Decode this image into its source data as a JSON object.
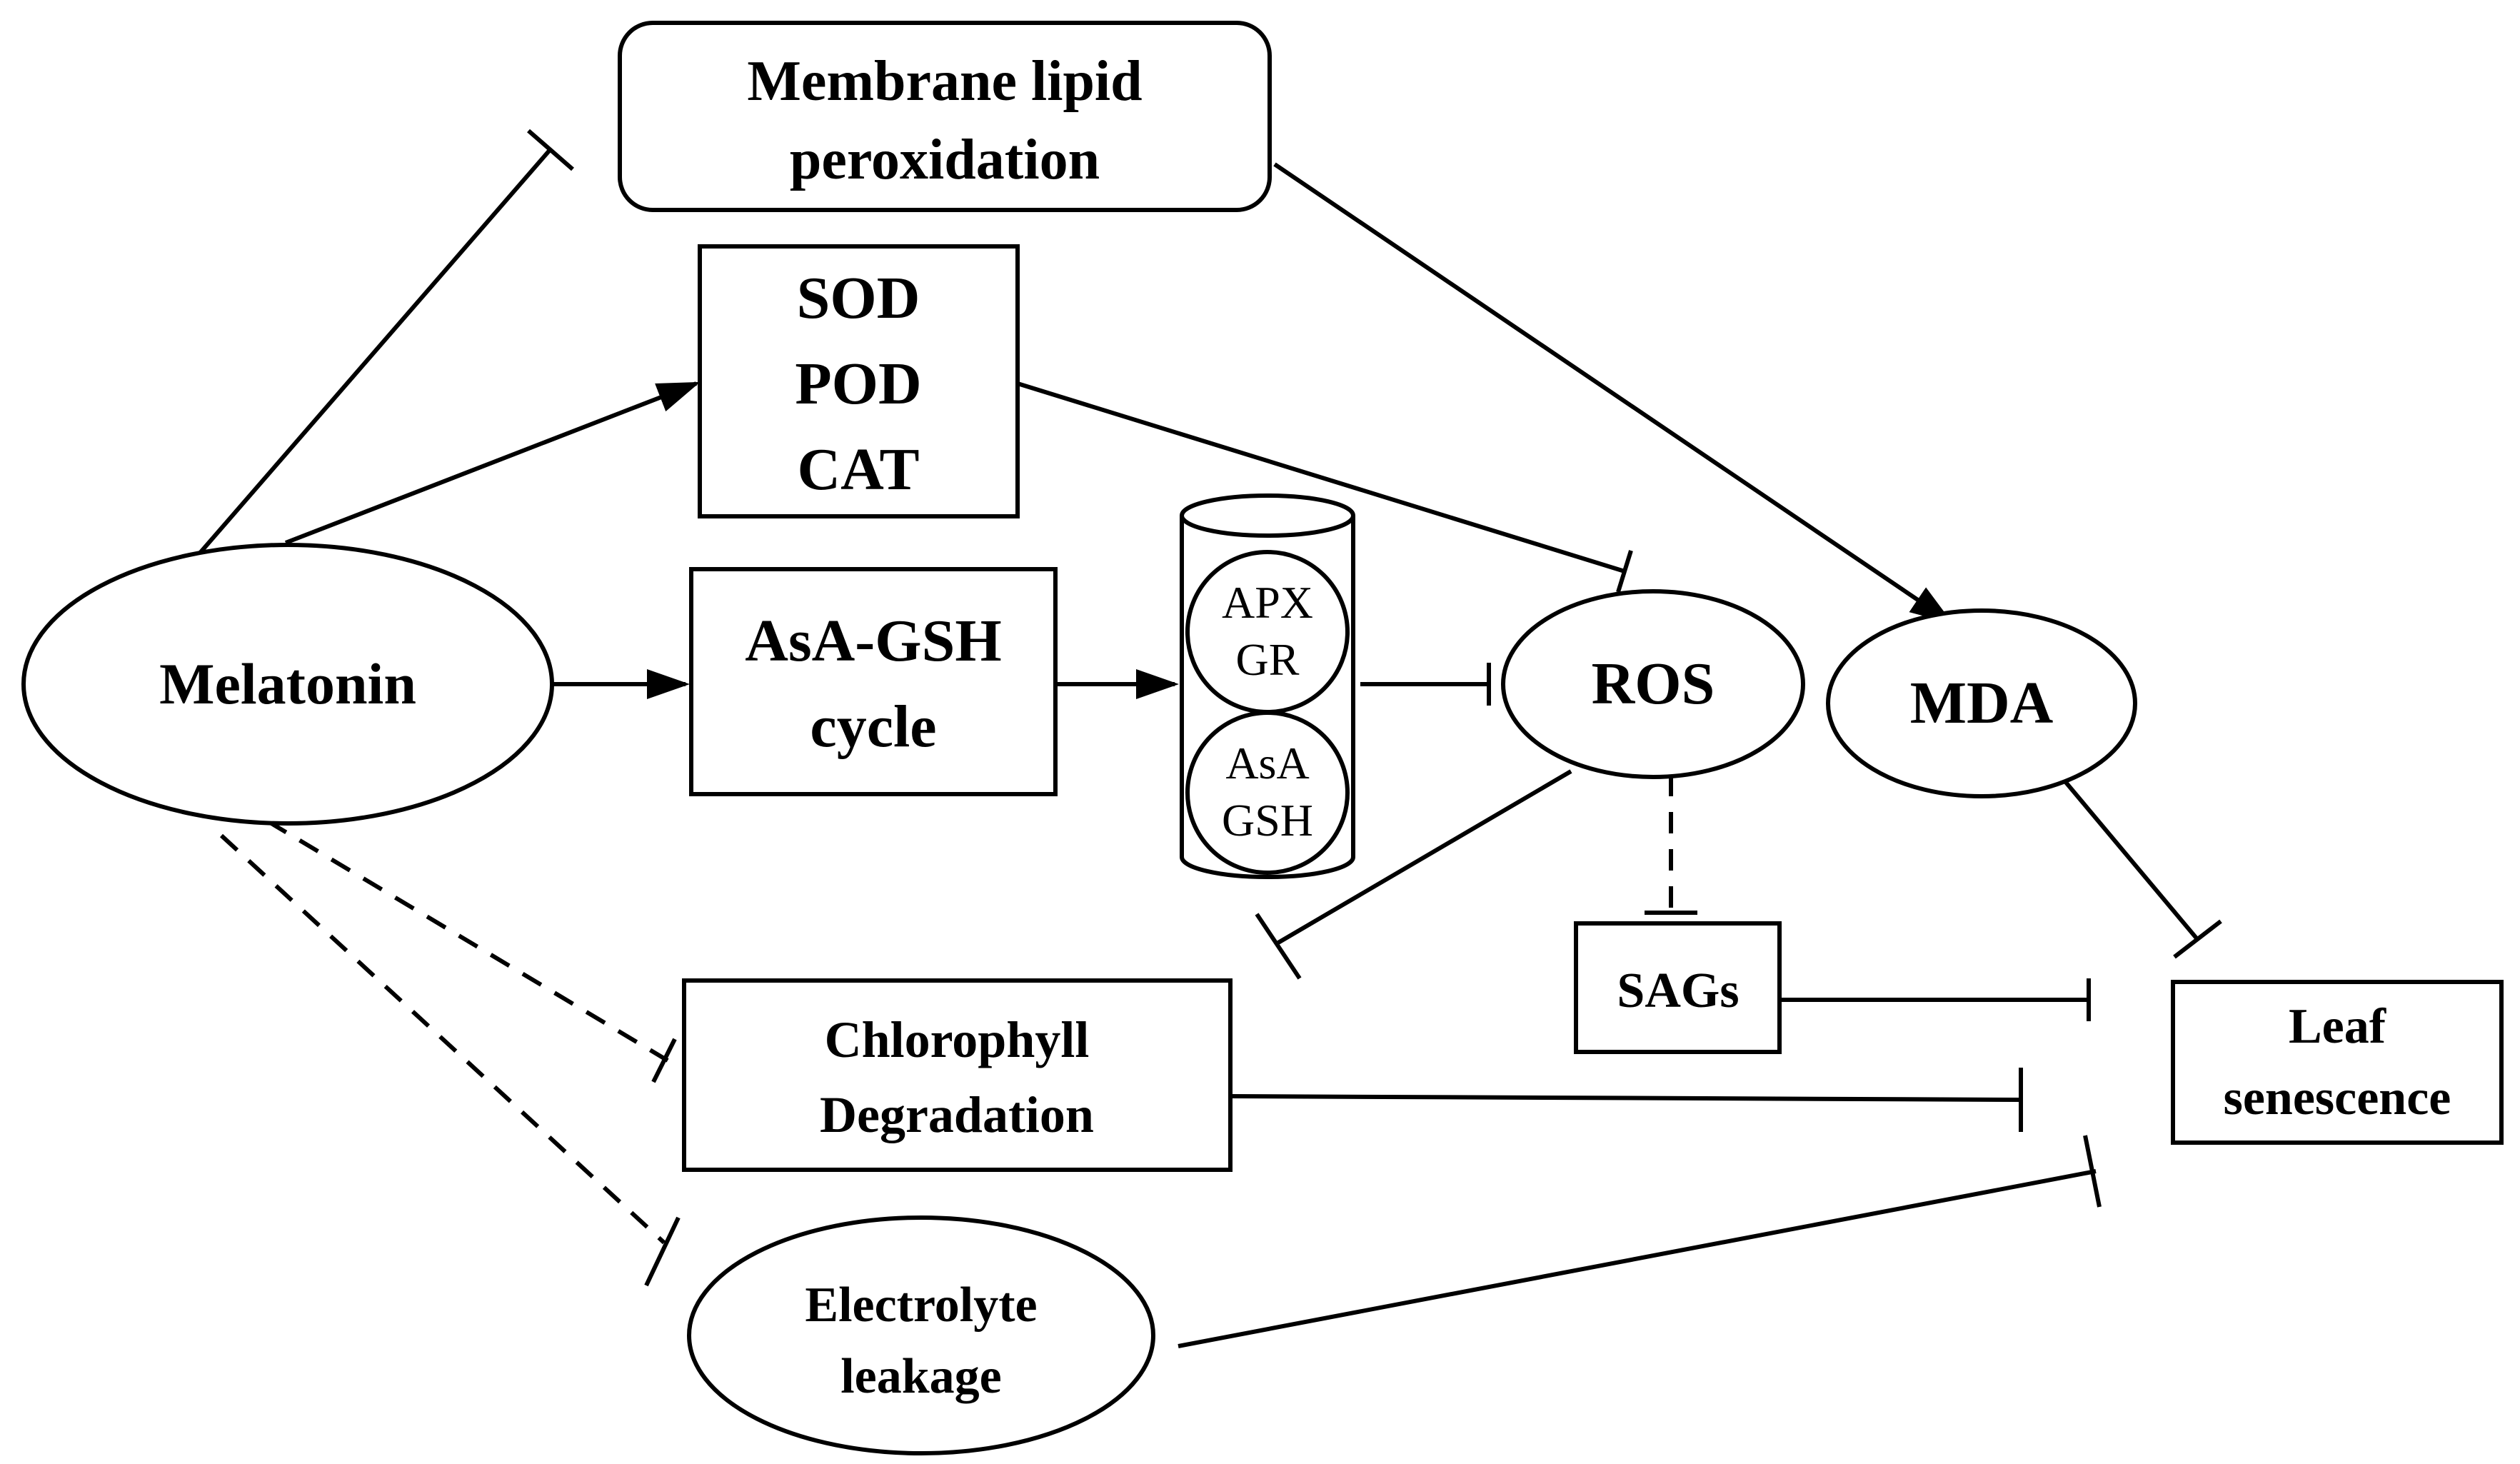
{
  "nodes": {
    "melatonin": "Melatonin",
    "membrane": [
      "Membrane lipid",
      "peroxidation"
    ],
    "enzymes": [
      "SOD",
      "POD",
      "CAT"
    ],
    "asa_gsh": [
      "AsA-GSH",
      "cycle"
    ],
    "cylinder_top": [
      "APX",
      "GR"
    ],
    "cylinder_bottom": [
      "AsA",
      "GSH"
    ],
    "ros": "ROS",
    "mda": "MDA",
    "sags": "SAGs",
    "chlorophyll": [
      "Chlorophyll",
      "Degradation"
    ],
    "electrolyte": [
      "Electrolyte",
      "leakage"
    ],
    "leaf": [
      "Leaf",
      "senescence"
    ]
  },
  "edges": [
    {
      "from": "Melatonin",
      "to": "Membrane lipid peroxidation",
      "type": "inhibit",
      "style": "solid"
    },
    {
      "from": "Melatonin",
      "to": "SOD POD CAT",
      "type": "promote",
      "style": "solid"
    },
    {
      "from": "Melatonin",
      "to": "AsA-GSH cycle",
      "type": "promote",
      "style": "solid"
    },
    {
      "from": "AsA-GSH cycle",
      "to": "APX GR / AsA GSH",
      "type": "promote",
      "style": "solid"
    },
    {
      "from": "APX GR / AsA GSH",
      "to": "ROS",
      "type": "inhibit",
      "style": "solid"
    },
    {
      "from": "SOD POD CAT",
      "to": "ROS",
      "type": "inhibit",
      "style": "solid"
    },
    {
      "from": "Membrane lipid peroxidation",
      "to": "MDA",
      "type": "promote",
      "style": "solid"
    },
    {
      "from": "ROS",
      "to": "Chlorophyll Degradation",
      "type": "inhibit",
      "style": "solid"
    },
    {
      "from": "ROS",
      "to": "SAGs",
      "type": "inhibit",
      "style": "dashed"
    },
    {
      "from": "MDA",
      "to": "Leaf senescence",
      "type": "inhibit",
      "style": "solid"
    },
    {
      "from": "SAGs",
      "to": "Leaf senescence",
      "type": "inhibit",
      "style": "solid"
    },
    {
      "from": "Chlorophyll Degradation",
      "to": "Leaf senescence",
      "type": "inhibit",
      "style": "solid"
    },
    {
      "from": "Electrolyte leakage",
      "to": "Leaf senescence",
      "type": "inhibit",
      "style": "solid"
    },
    {
      "from": "Melatonin",
      "to": "Chlorophyll Degradation",
      "type": "inhibit",
      "style": "dashed"
    },
    {
      "from": "Melatonin",
      "to": "Electrolyte leakage",
      "type": "inhibit",
      "style": "dashed"
    }
  ]
}
